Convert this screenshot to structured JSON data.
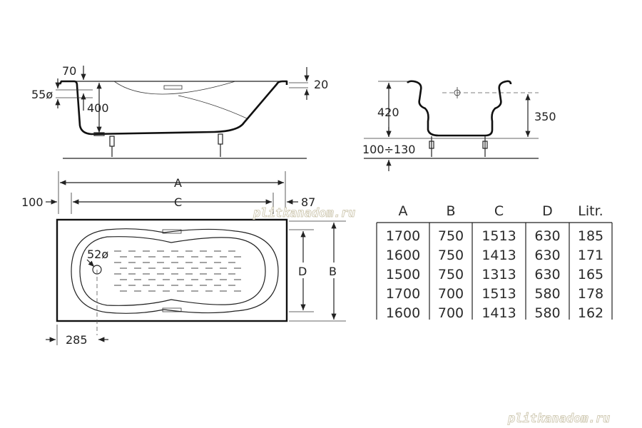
{
  "side_view": {
    "dim_70": "70",
    "dim_55": "55ø",
    "dim_400": "400",
    "dim_20": "20"
  },
  "end_view": {
    "dim_420": "420",
    "dim_350": "350",
    "dim_feet": "100÷130"
  },
  "top_view": {
    "label_a": "A",
    "label_c": "C",
    "label_d": "D",
    "label_b": "B",
    "dim_100": "100",
    "dim_87": "87",
    "dim_52": "52ø",
    "dim_285": "285"
  },
  "table": {
    "headers": [
      "A",
      "B",
      "C",
      "D",
      "Litr."
    ],
    "rows": [
      [
        "1700",
        "750",
        "1513",
        "630",
        "185"
      ],
      [
        "1600",
        "750",
        "1413",
        "630",
        "171"
      ],
      [
        "1500",
        "750",
        "1313",
        "630",
        "165"
      ],
      [
        "1700",
        "700",
        "1513",
        "580",
        "178"
      ],
      [
        "1600",
        "700",
        "1413",
        "580",
        "162"
      ]
    ]
  },
  "watermarks": {
    "center": "plitkanadom.ru",
    "bottom": "plitkanadom.ru"
  }
}
